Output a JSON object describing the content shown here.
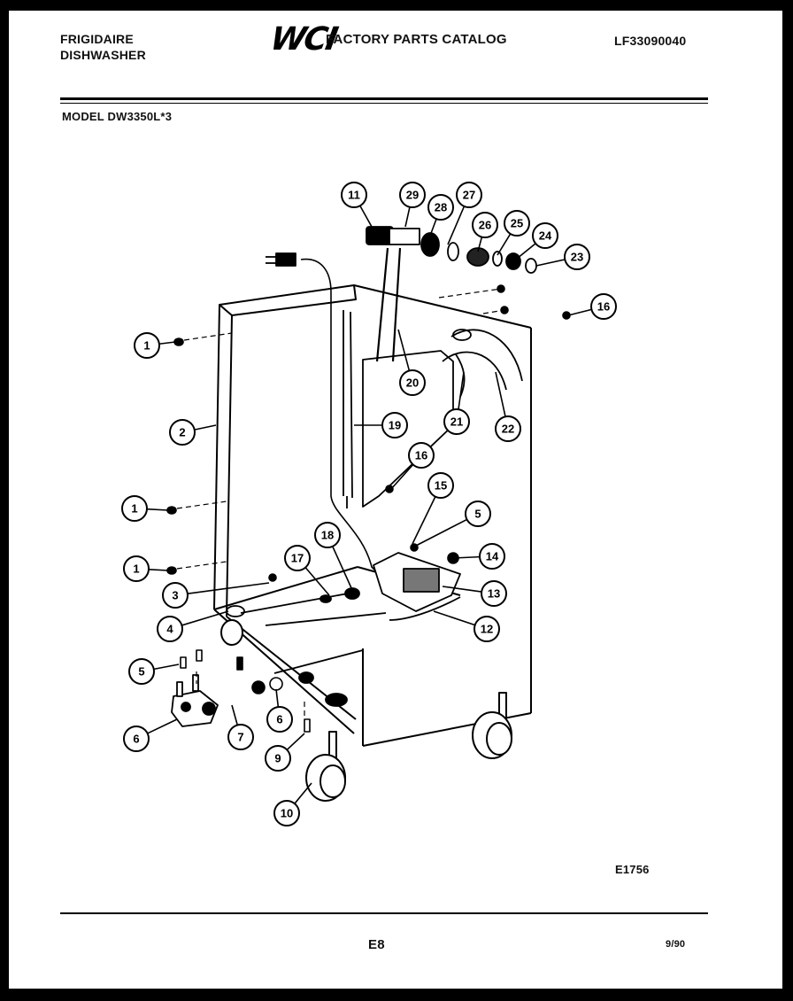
{
  "header": {
    "brand_line1": "FRIGIDAIRE",
    "brand_line2": "DISHWASHER",
    "logo": "WCI",
    "catalog_title": "FACTORY PARTS CATALOG",
    "part_number": "LF33090040"
  },
  "model": "MODEL DW3350L*3",
  "callouts": [
    {
      "id": "c1a",
      "label": "1"
    },
    {
      "id": "c1b",
      "label": "1"
    },
    {
      "id": "c1c",
      "label": "1"
    },
    {
      "id": "c2",
      "label": "2"
    },
    {
      "id": "c3",
      "label": "3"
    },
    {
      "id": "c4",
      "label": "4"
    },
    {
      "id": "c5a",
      "label": "5"
    },
    {
      "id": "c5b",
      "label": "5"
    },
    {
      "id": "c6a",
      "label": "6"
    },
    {
      "id": "c6b",
      "label": "6"
    },
    {
      "id": "c7",
      "label": "7"
    },
    {
      "id": "c9",
      "label": "9"
    },
    {
      "id": "c10",
      "label": "10"
    },
    {
      "id": "c11",
      "label": "11"
    },
    {
      "id": "c12",
      "label": "12"
    },
    {
      "id": "c13",
      "label": "13"
    },
    {
      "id": "c14",
      "label": "14"
    },
    {
      "id": "c15",
      "label": "15"
    },
    {
      "id": "c16a",
      "label": "16"
    },
    {
      "id": "c16b",
      "label": "16"
    },
    {
      "id": "c17",
      "label": "17"
    },
    {
      "id": "c18",
      "label": "18"
    },
    {
      "id": "c19",
      "label": "19"
    },
    {
      "id": "c20",
      "label": "20"
    },
    {
      "id": "c21",
      "label": "21"
    },
    {
      "id": "c22",
      "label": "22"
    },
    {
      "id": "c23",
      "label": "23"
    },
    {
      "id": "c24",
      "label": "24"
    },
    {
      "id": "c25",
      "label": "25"
    },
    {
      "id": "c26",
      "label": "26"
    },
    {
      "id": "c27",
      "label": "27"
    },
    {
      "id": "c28",
      "label": "28"
    },
    {
      "id": "c29",
      "label": "29"
    }
  ],
  "figure_code": "E1756",
  "footer": {
    "page": "E8",
    "date": "9/90"
  }
}
